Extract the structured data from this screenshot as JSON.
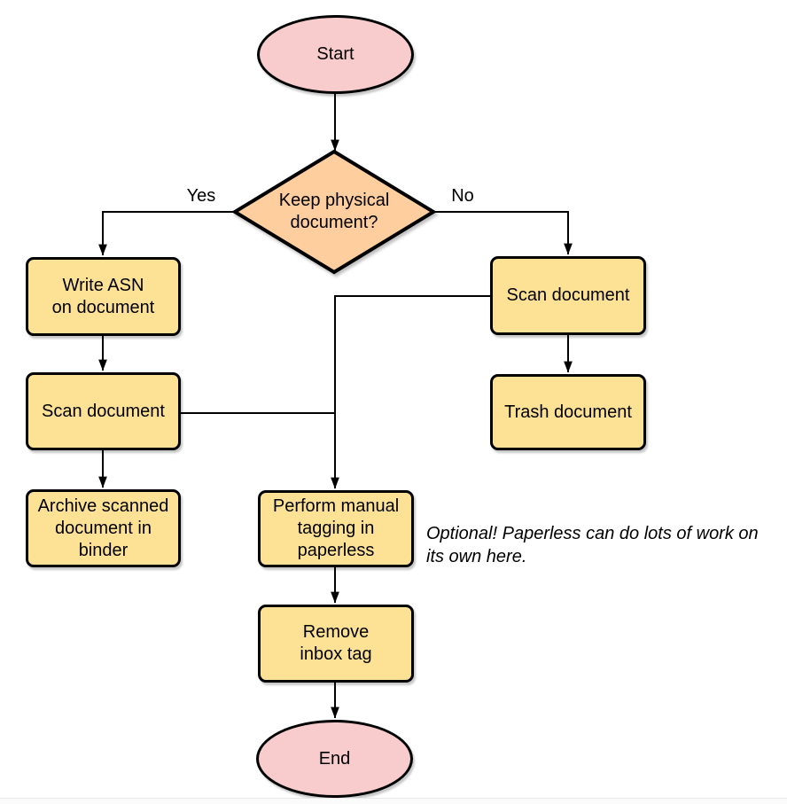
{
  "nodes": {
    "start": {
      "label": "Start"
    },
    "decision": {
      "label": [
        "Keep physical",
        "document?"
      ]
    },
    "write_asn": {
      "label": [
        "Write ASN",
        "on document"
      ]
    },
    "scan_left": {
      "label": "Scan document"
    },
    "archive": {
      "label": [
        "Archive scanned",
        "document in",
        "binder"
      ]
    },
    "scan_right": {
      "label": "Scan document"
    },
    "trash": {
      "label": "Trash document"
    },
    "tagging": {
      "label": [
        "Perform manual",
        "tagging in",
        "paperless"
      ]
    },
    "remove_inbox": {
      "label": [
        "Remove",
        "inbox tag"
      ]
    },
    "end": {
      "label": "End"
    }
  },
  "edges": {
    "yes_label": "Yes",
    "no_label": "No"
  },
  "note": {
    "text": [
      "Optional! Paperless can do lots of work on",
      "its own here."
    ]
  },
  "colors": {
    "terminal_fill": "#f8cccc",
    "decision_fill": "#ffce9e",
    "process_fill": "#fde295",
    "stroke": "#000000",
    "background": "#ffffff"
  }
}
